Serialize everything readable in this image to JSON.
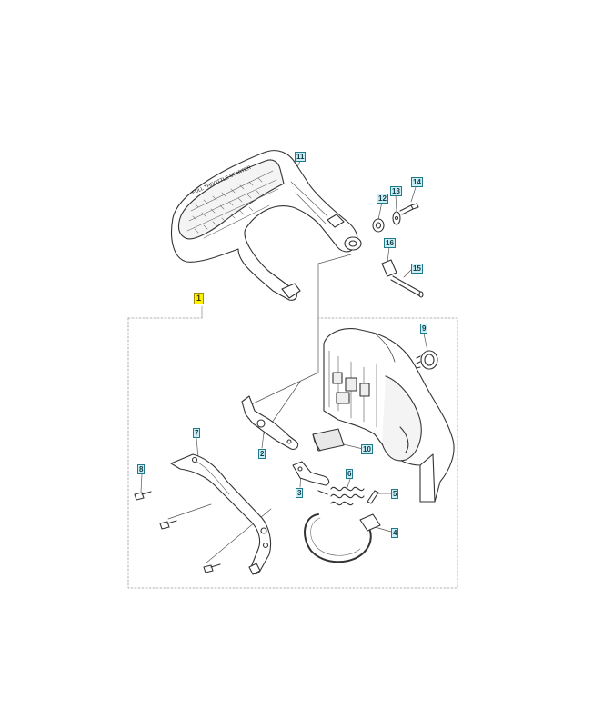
{
  "diagram": {
    "guard_plate_text": "FULL THROTTLE STARTER",
    "assembly_label": "1",
    "parts": [
      {
        "id": "p11",
        "label": "11"
      },
      {
        "id": "p12",
        "label": "12"
      },
      {
        "id": "p13",
        "label": "13"
      },
      {
        "id": "p14",
        "label": "14"
      },
      {
        "id": "p16",
        "label": "16"
      },
      {
        "id": "p15",
        "label": "15"
      },
      {
        "id": "p9",
        "label": "9"
      },
      {
        "id": "p7",
        "label": "7"
      },
      {
        "id": "p2",
        "label": "2"
      },
      {
        "id": "p10",
        "label": "10"
      },
      {
        "id": "p8",
        "label": "8"
      },
      {
        "id": "p3",
        "label": "3"
      },
      {
        "id": "p6",
        "label": "6"
      },
      {
        "id": "p5",
        "label": "5"
      },
      {
        "id": "p4",
        "label": "4"
      }
    ]
  },
  "colors": {
    "callout_fill": "#c9eef6",
    "callout_border": "#1f7a8c",
    "assembly_fill": "#fff200",
    "line": "#333333"
  }
}
